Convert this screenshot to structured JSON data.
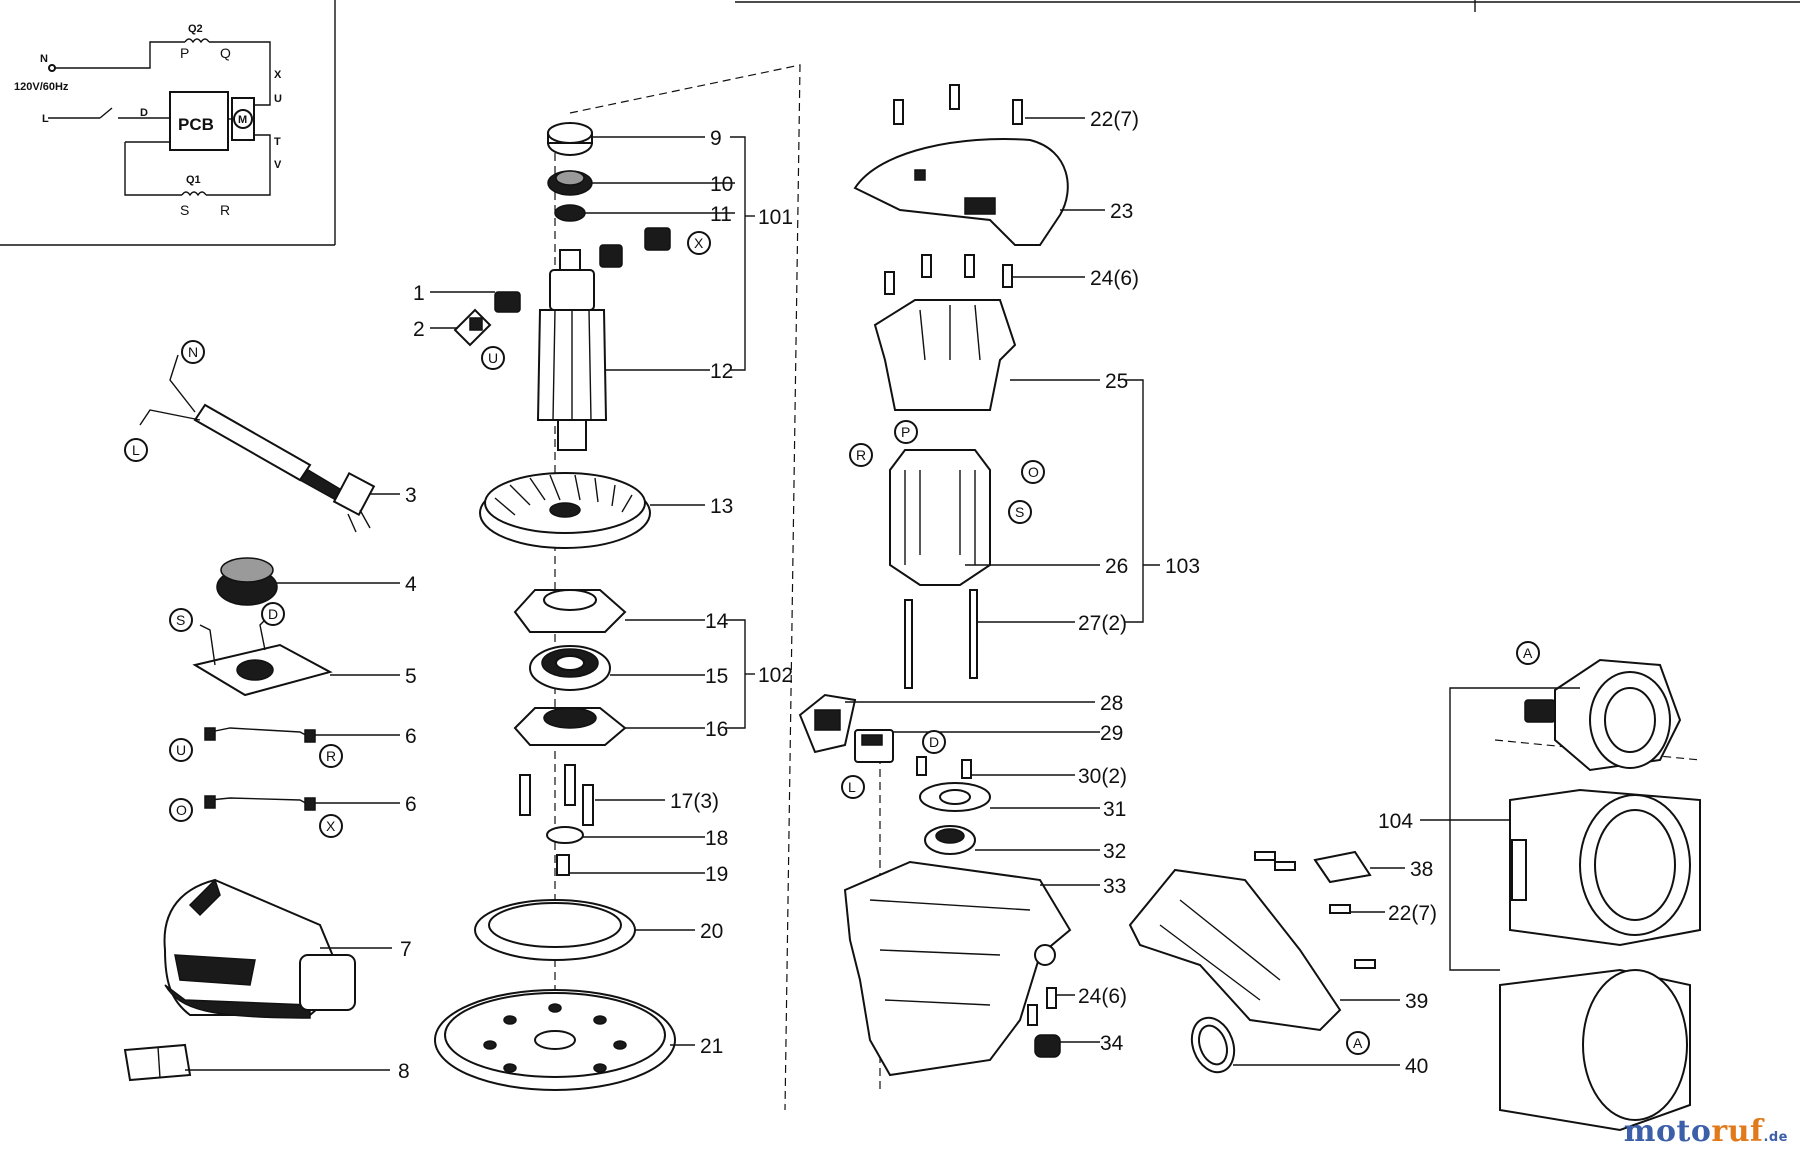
{
  "wiring": {
    "voltage": "120V/60Hz",
    "pcb": "PCB",
    "q2": "Q2",
    "q1": "Q1",
    "p": "P",
    "q": "Q",
    "s": "S",
    "r": "R",
    "n": "N",
    "l": "L",
    "d": "D",
    "x": "X",
    "u": "U",
    "t": "T",
    "v": "V",
    "m": "M"
  },
  "callouts": {
    "c1": "1",
    "c2": "2",
    "c3": "3",
    "c4": "4",
    "c5": "5",
    "c6a": "6",
    "c6b": "6",
    "c7": "7",
    "c8": "8",
    "c9": "9",
    "c10": "10",
    "c11": "11",
    "c12": "12",
    "c13": "13",
    "c14": "14",
    "c15": "15",
    "c16": "16",
    "c17": "17(3)",
    "c18": "18",
    "c19": "19",
    "c20": "20",
    "c21": "21",
    "c22a": "22(7)",
    "c23": "23",
    "c24a": "24(6)",
    "c25": "25",
    "c26": "26",
    "c27": "27(2)",
    "c28": "28",
    "c29": "29",
    "c30": "30(2)",
    "c31": "31",
    "c32": "32",
    "c33": "33",
    "c24b": "24(6)",
    "c34": "34",
    "c38": "38",
    "c22b": "22(7)",
    "c39": "39",
    "c40": "40",
    "g101": "101",
    "g102": "102",
    "g103": "103",
    "g104": "104"
  },
  "markers": {
    "n": "N",
    "l": "L",
    "u": "U",
    "x": "X",
    "s": "S",
    "d": "D",
    "r": "R",
    "o": "O",
    "p": "P",
    "a": "A"
  },
  "watermark": {
    "brand_a": "moto",
    "brand_b": "ruf",
    "suffix": ".de"
  }
}
